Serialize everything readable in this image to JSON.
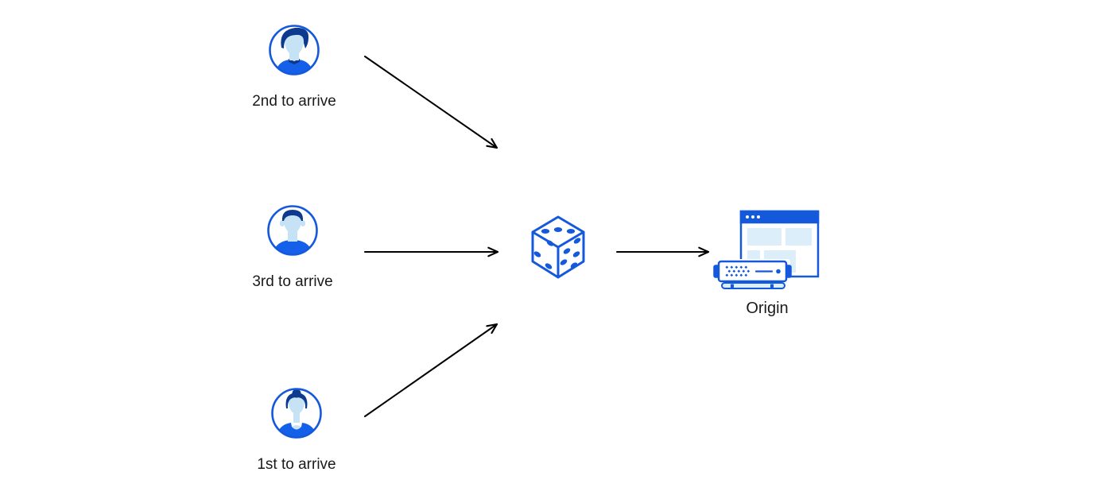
{
  "colors": {
    "blue": "#1458dc",
    "navy": "#0d3a8f",
    "face_blue": "#c5e3f4",
    "pale_blue": "#dceef9",
    "shirt_blue": "#1560e8",
    "arrow_black": "#000000",
    "text_black": "#1a1a1a"
  },
  "diagram": {
    "users": [
      {
        "label": "2nd to arrive",
        "avatar": "man-side-part-avatar-icon"
      },
      {
        "label": "3rd to arrive",
        "avatar": "man-flat-top-avatar-icon"
      },
      {
        "label": "1st to arrive",
        "avatar": "woman-bun-avatar-icon"
      }
    ],
    "randomizer": {
      "icon": "dice-icon"
    },
    "origin": {
      "label": "Origin",
      "icon": "origin-browser-and-server-icon"
    },
    "arrows": [
      {
        "from": "user-2nd-to-arrive",
        "to": "dice"
      },
      {
        "from": "user-3rd-to-arrive",
        "to": "dice"
      },
      {
        "from": "user-1st-to-arrive",
        "to": "dice"
      },
      {
        "from": "dice",
        "to": "origin"
      }
    ]
  }
}
